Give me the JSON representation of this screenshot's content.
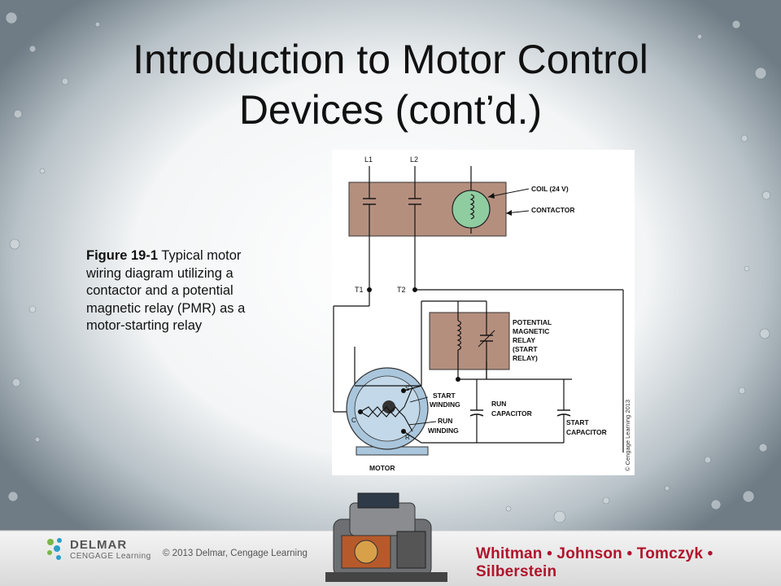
{
  "slide": {
    "title_line1": "Introduction to Motor Control",
    "title_line2": "Devices (cont’d.)"
  },
  "caption": {
    "figure_label": "Figure 19-1",
    "text": " Typical motor wiring diagram utilizing a contactor and a potential magnetic relay (PMR) as a motor-starting relay"
  },
  "diagram": {
    "l1": "L1",
    "l2": "L2",
    "t1": "T1",
    "t2": "T2",
    "coil": "COIL (24 V)",
    "contactor": "CONTACTOR",
    "pmr_lines": [
      "POTENTIAL",
      "MAGNETIC",
      "RELAY",
      "(START",
      "RELAY)"
    ],
    "start_winding": [
      "START",
      "WINDING"
    ],
    "run_winding": [
      "RUN",
      "WINDING"
    ],
    "run_capacitor": [
      "RUN",
      "CAPACITOR"
    ],
    "start_capacitor": [
      "START",
      "CAPACITOR"
    ],
    "terminal_s": "S",
    "terminal_c": "C",
    "terminal_r": "R",
    "motor": "MOTOR",
    "copyright_vertical": "© Cengage Learning 2013",
    "colors": {
      "box": "#b58f7e",
      "coil": "#8fcca0",
      "motor": "#a9c6dc"
    }
  },
  "footer": {
    "publisher": "DELMAR",
    "publisher_sub": "CENGAGE Learning",
    "copyright": "© 2013  Delmar, Cengage Learning",
    "authors": "Whitman • Johnson • Tomczyk • Silberstein"
  }
}
